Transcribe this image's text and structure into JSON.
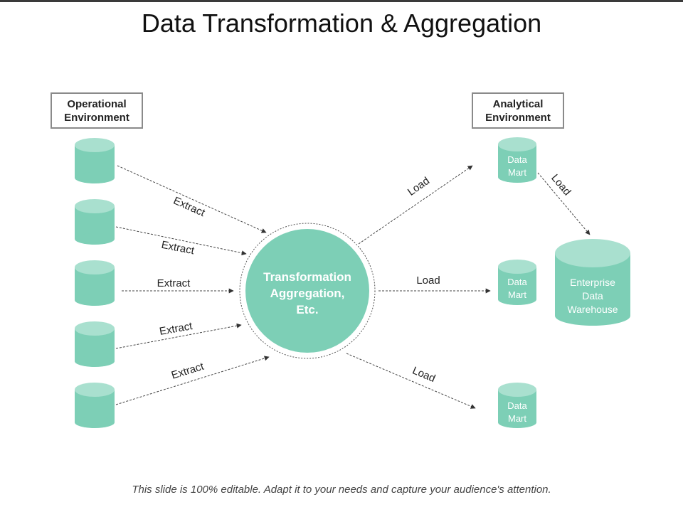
{
  "title": "Data Transformation & Aggregation",
  "operational": {
    "line1": "Operational",
    "line2": "Environment"
  },
  "analytical": {
    "line1": "Analytical",
    "line2": "Environment"
  },
  "center": {
    "line1": "Transformation",
    "line2": "Aggregation,",
    "line3": "Etc."
  },
  "extract_labels": [
    "Extract",
    "Extract",
    "Extract",
    "Extract",
    "Extract"
  ],
  "load_labels": [
    "Load",
    "Load",
    "Load",
    "Load"
  ],
  "data_mart": {
    "line1": "Data",
    "line2": "Mart"
  },
  "warehouse": {
    "line1": "Enterprise",
    "line2": "Data",
    "line3": "Warehouse"
  },
  "footer": "This slide is 100% editable. Adapt it to your needs and capture your audience's attention.",
  "colors": {
    "teal": "#7dcfb6",
    "teal_top": "#a9e0cf",
    "border": "#8a8a8a"
  }
}
